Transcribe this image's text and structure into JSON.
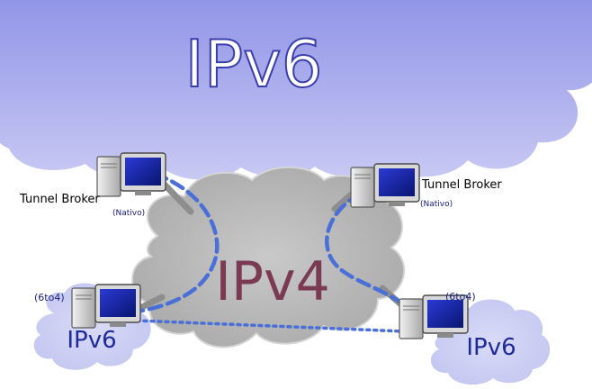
{
  "clouds": {
    "top": {
      "label": "IPv6",
      "fill": "#b6b9f0",
      "edge": "#9aa0e8",
      "text_fill": "#ffffff",
      "text_stroke": "#3a3fa8"
    },
    "center": {
      "label": "IPv4",
      "fill": "#bdbdbd",
      "edge": "#d8d8d8",
      "text_color": "#7a3a52"
    },
    "bottom_left": {
      "label": "IPv6",
      "fill": "#cfd2f4",
      "text_color": "#1f2a99"
    },
    "bottom_right": {
      "label": "IPv6",
      "fill": "#cfd2f4",
      "text_color": "#1f2a99"
    }
  },
  "nodes": {
    "top_left": {
      "role": "Tunnel Broker",
      "type": "(Nativo)"
    },
    "top_right": {
      "role": "Tunnel Broker",
      "type": "(Nativo)"
    },
    "bottom_left": {
      "type": "(6to4)"
    },
    "bottom_right": {
      "type": "(6to4)"
    }
  },
  "links": {
    "tunnel_color": "#4a6fd6",
    "dotted_color": "#4a6fd6",
    "cable_color": "#8e8e8e"
  },
  "colors": {
    "role_text": "#000000",
    "type_text": "#1a237e"
  }
}
